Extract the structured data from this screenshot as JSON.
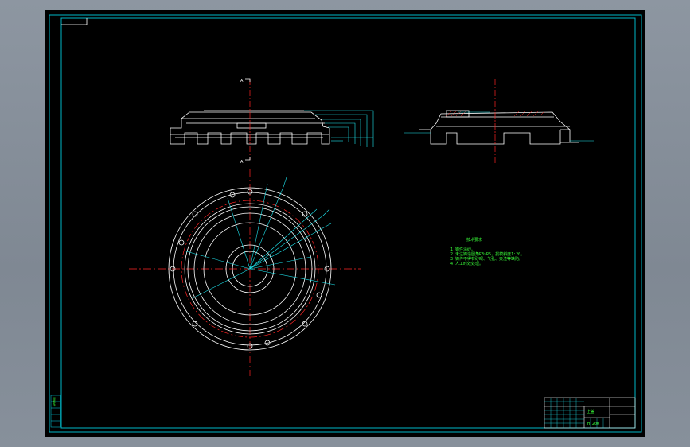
{
  "drawing": {
    "technical_requirements_title": "技术要求",
    "technical_requirements": [
      "1.铸件清砂。",
      "2.未注铸造圆角R3~R5，拔模斜度1:20。",
      "3.铸件不得有砂眼、气孔、夹渣等缺陷。",
      "4.人工时效处理。"
    ],
    "section_markers": [
      "A",
      "A"
    ],
    "side_stamp": "标准件",
    "title_block_name": "上盖",
    "title_block_material": "HT200"
  },
  "colors": {
    "background": "#000000",
    "frame": "#00b8c8",
    "geometry": "#ffffff",
    "centerline": "#ff2424",
    "dimension": "#1fe6f0",
    "text": "#39ff39"
  }
}
